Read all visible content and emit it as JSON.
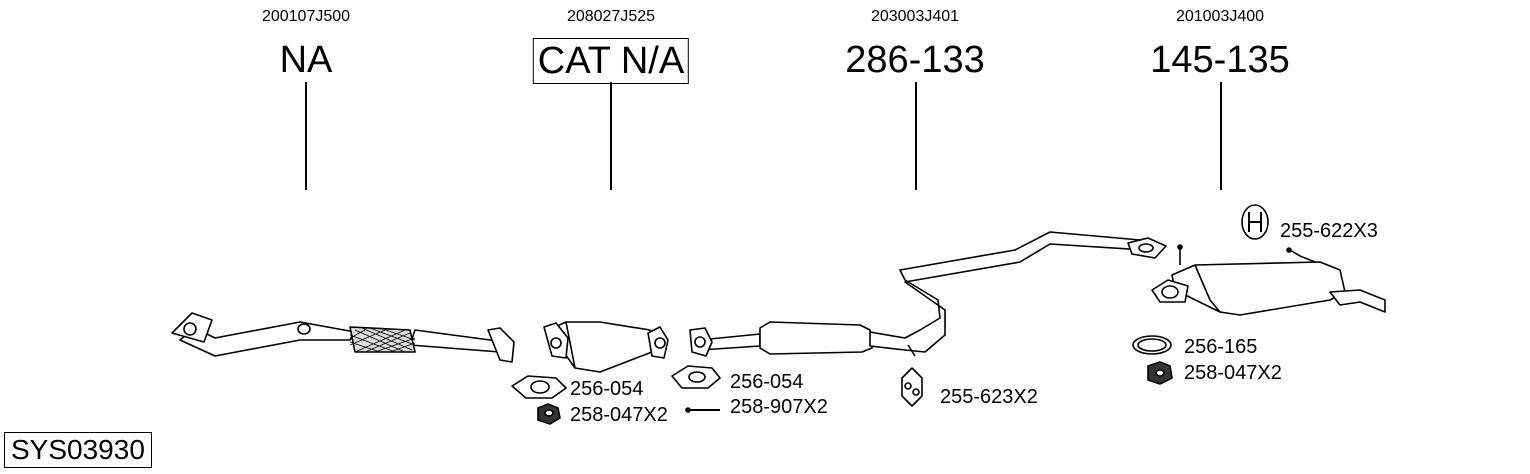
{
  "oe_numbers": [
    "200107J500",
    "208027J525",
    "203003J401",
    "201003J400"
  ],
  "part_numbers": [
    "NA",
    "CAT N/A",
    "286-133",
    "145-135"
  ],
  "system_id": "SYS03930",
  "fittings": {
    "cat_gasket": "256-054",
    "cat_nut": "258-047X2",
    "mid_gasket": "256-054",
    "mid_bolt": "258-907X2",
    "mid_hanger": "255-623X2",
    "rear_hanger": "255-622X3",
    "rear_gasket": "256-165",
    "rear_nut": "258-047X2"
  }
}
